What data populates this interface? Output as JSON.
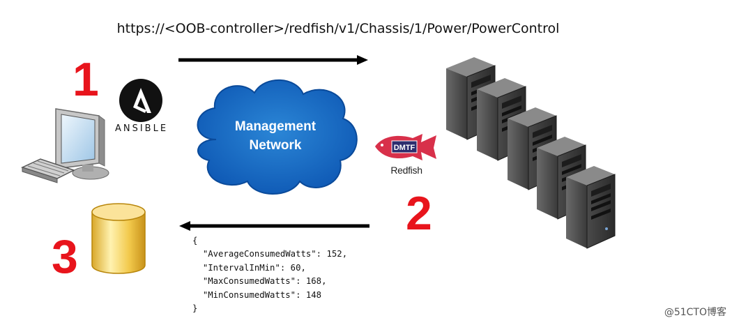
{
  "header": {
    "url": "https://<OOB-controller>/redfish/v1/Chassis/1/Power/PowerControl"
  },
  "steps": {
    "one": "1",
    "two": "2",
    "three": "3"
  },
  "ansible": {
    "label": "ANSIBLE"
  },
  "cloud": {
    "line1": "Management",
    "line2": "Network"
  },
  "redfish": {
    "badge": "DMTF",
    "label": "Redfish"
  },
  "response": {
    "open": "{",
    "lines": [
      "\"AverageConsumedWatts\": 152,",
      "\"IntervalInMin\": 60,",
      "\"MaxConsumedWatts\": 168,",
      "\"MinConsumedWatts\": 148"
    ],
    "close": "}"
  },
  "watermark": "@51CTO博客",
  "colors": {
    "step": "#e8141c",
    "cloud": "#1565c0",
    "redfish": "#d8304a",
    "database": "#f2c94c"
  }
}
